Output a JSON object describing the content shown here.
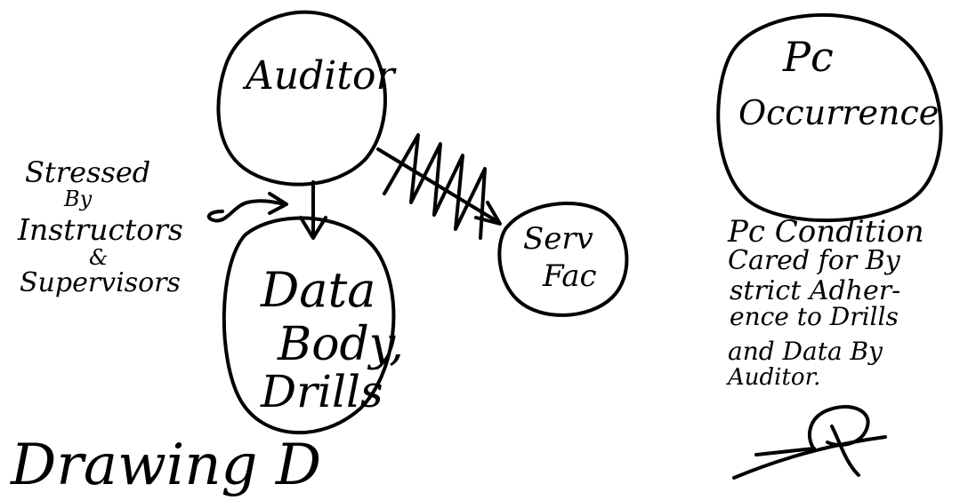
{
  "diagram": {
    "caption": "Drawing D",
    "nodes": {
      "auditor": {
        "label": "Auditor"
      },
      "data_body_drills": {
        "lines": [
          "Data",
          "Body,",
          "Drills"
        ]
      },
      "serv_fac": {
        "lines": [
          "Serv",
          "Fac"
        ]
      },
      "pc_occurrence": {
        "lines": [
          "Pc",
          "Occurrence"
        ]
      }
    },
    "side_note": {
      "lines": [
        "Stressed",
        "By",
        "Instructors",
        "&",
        "Supervisors"
      ]
    },
    "pc_note": {
      "lines": [
        "Pc Condition",
        "Cared for By",
        "strict Adher-",
        "ence to Drills",
        "and Data By",
        "Auditor."
      ]
    },
    "signature": "signature mark"
  }
}
